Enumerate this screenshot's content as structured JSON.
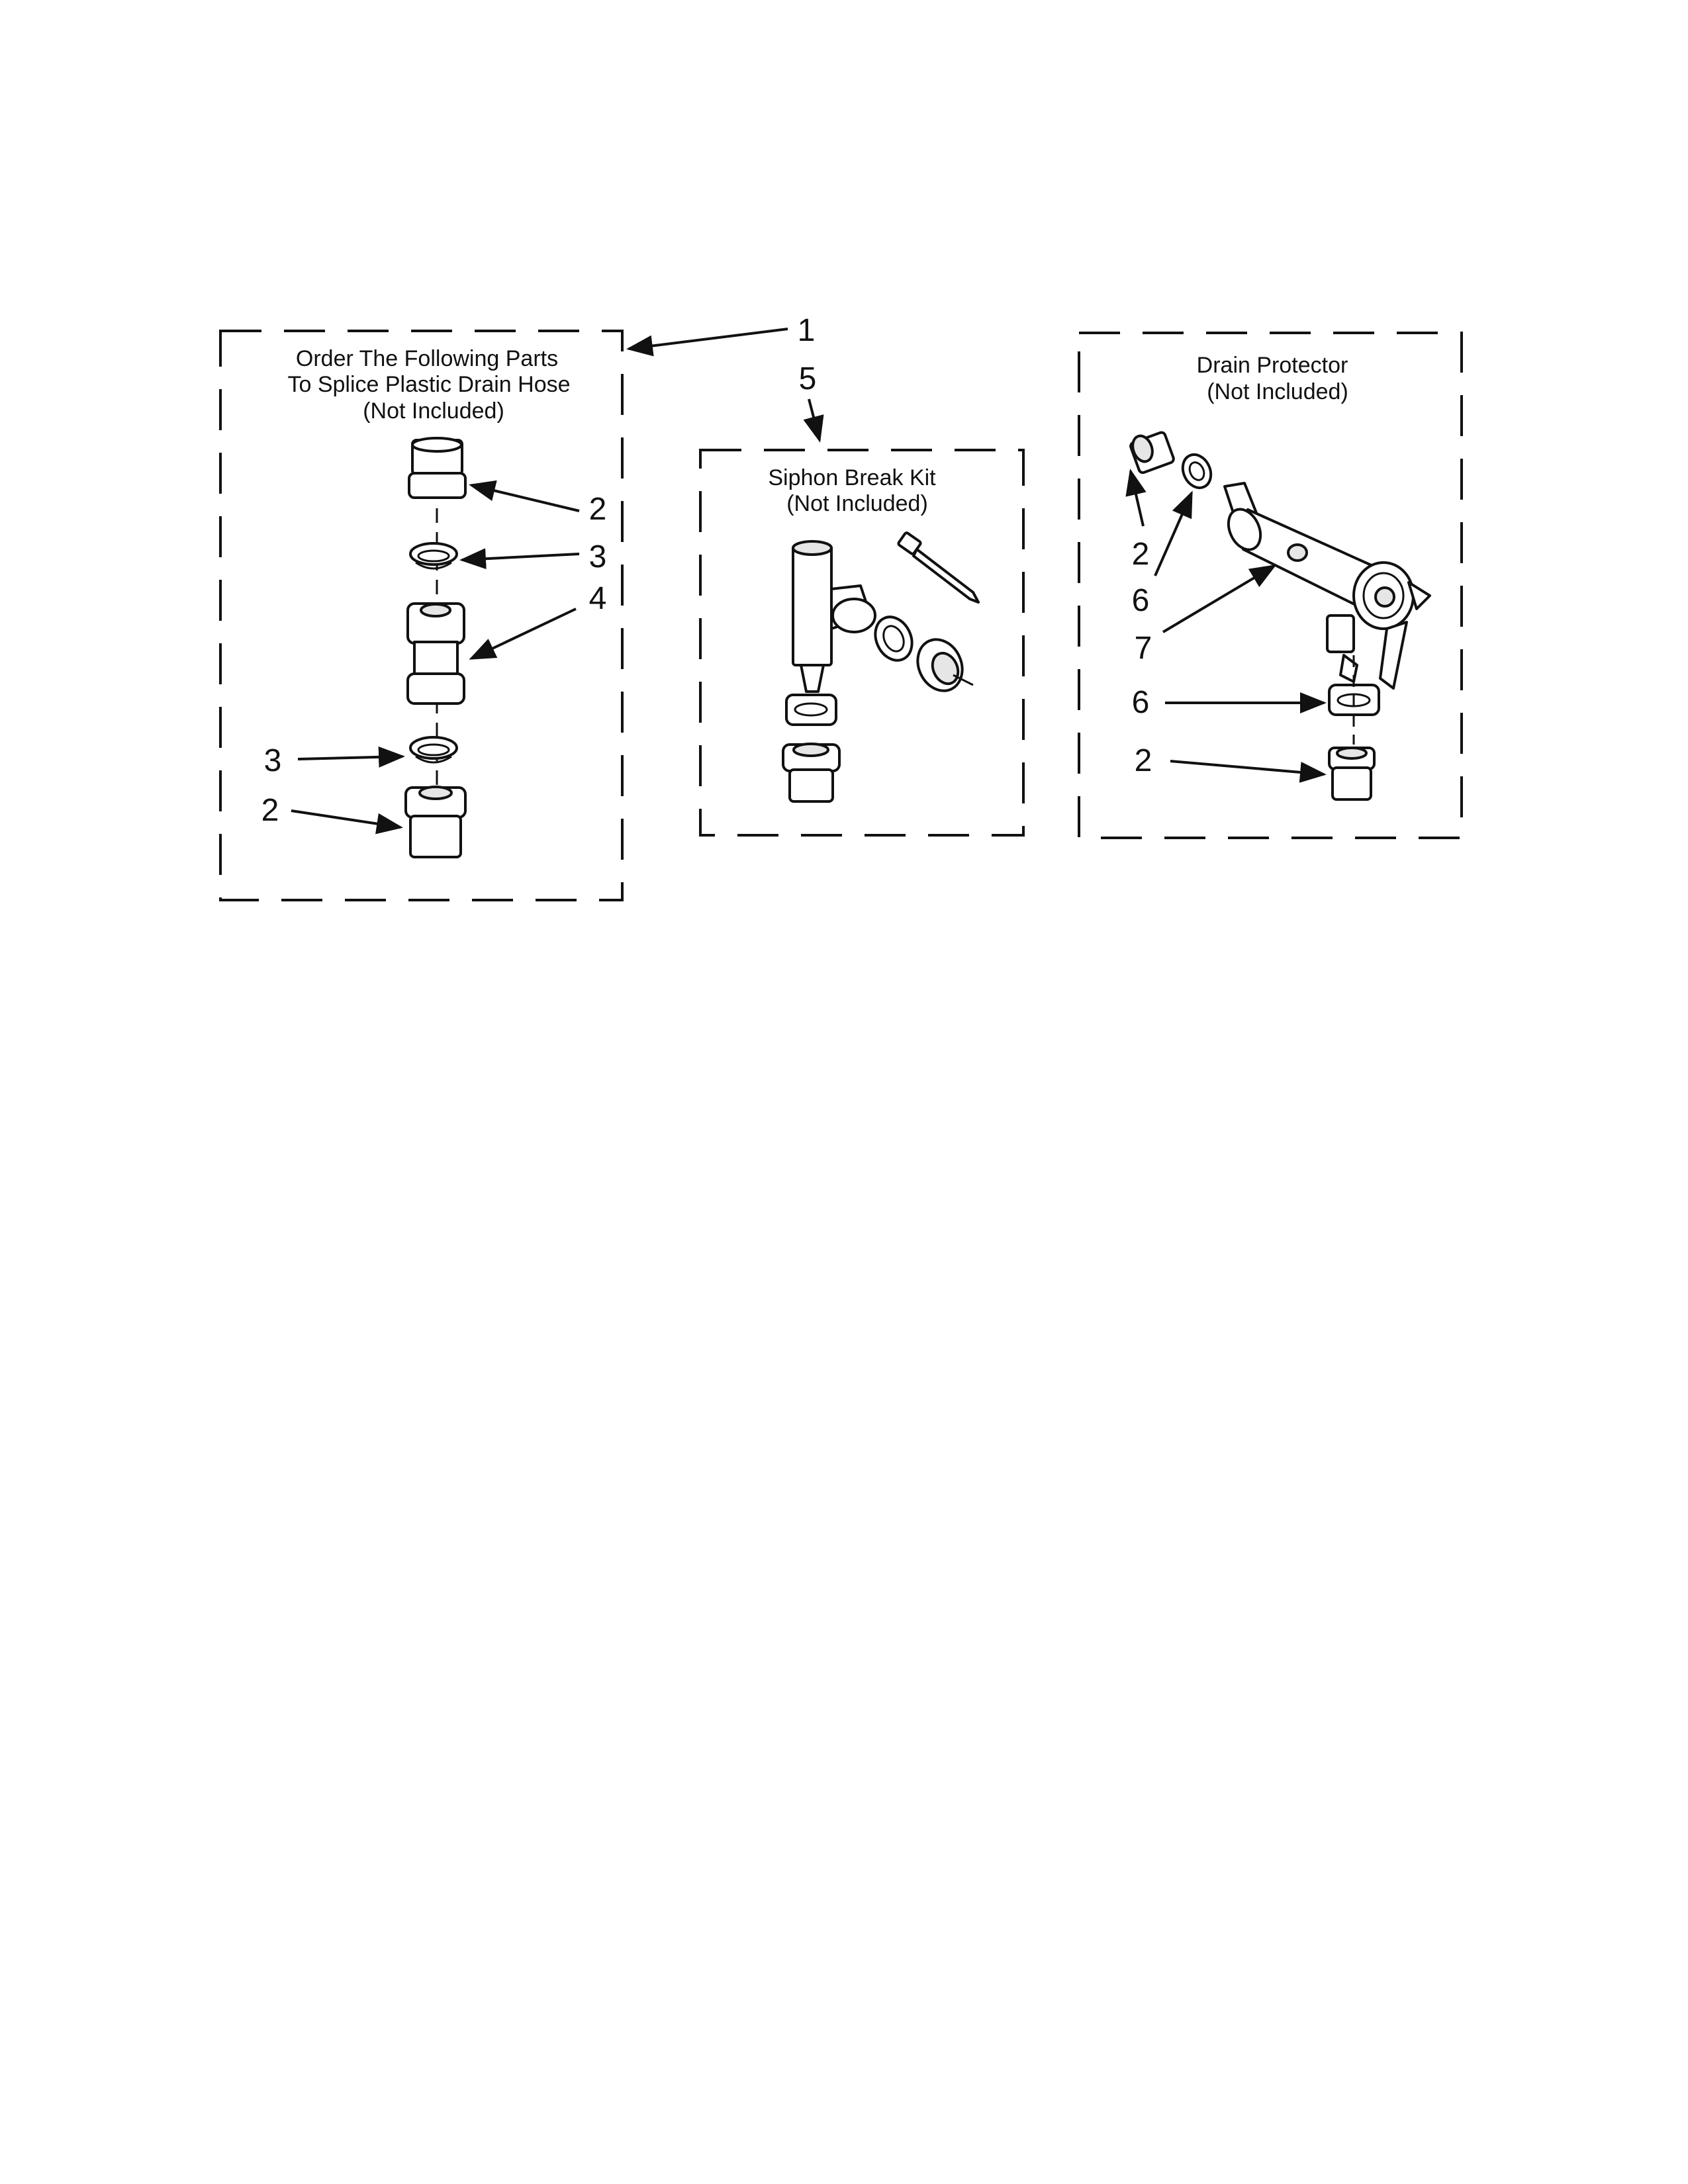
{
  "panels": {
    "splice": {
      "line1": "Order The Following Parts",
      "line2": "To Splice Plastic Drain Hose",
      "line3": "(Not Included)"
    },
    "siphon": {
      "line1": "Siphon Break Kit",
      "line2": "(Not Included)"
    },
    "drain": {
      "line1": "Drain Protector",
      "line2": "(Not Included)"
    }
  },
  "callouts": {
    "c1": "1",
    "c5": "5",
    "splice_top_2": "2",
    "splice_top_3": "3",
    "splice_4": "4",
    "splice_bottom_3": "3",
    "splice_bottom_2": "2",
    "drain_top_2": "2",
    "drain_top_6": "6",
    "drain_7": "7",
    "drain_bottom_6": "6",
    "drain_bottom_2": "2"
  }
}
